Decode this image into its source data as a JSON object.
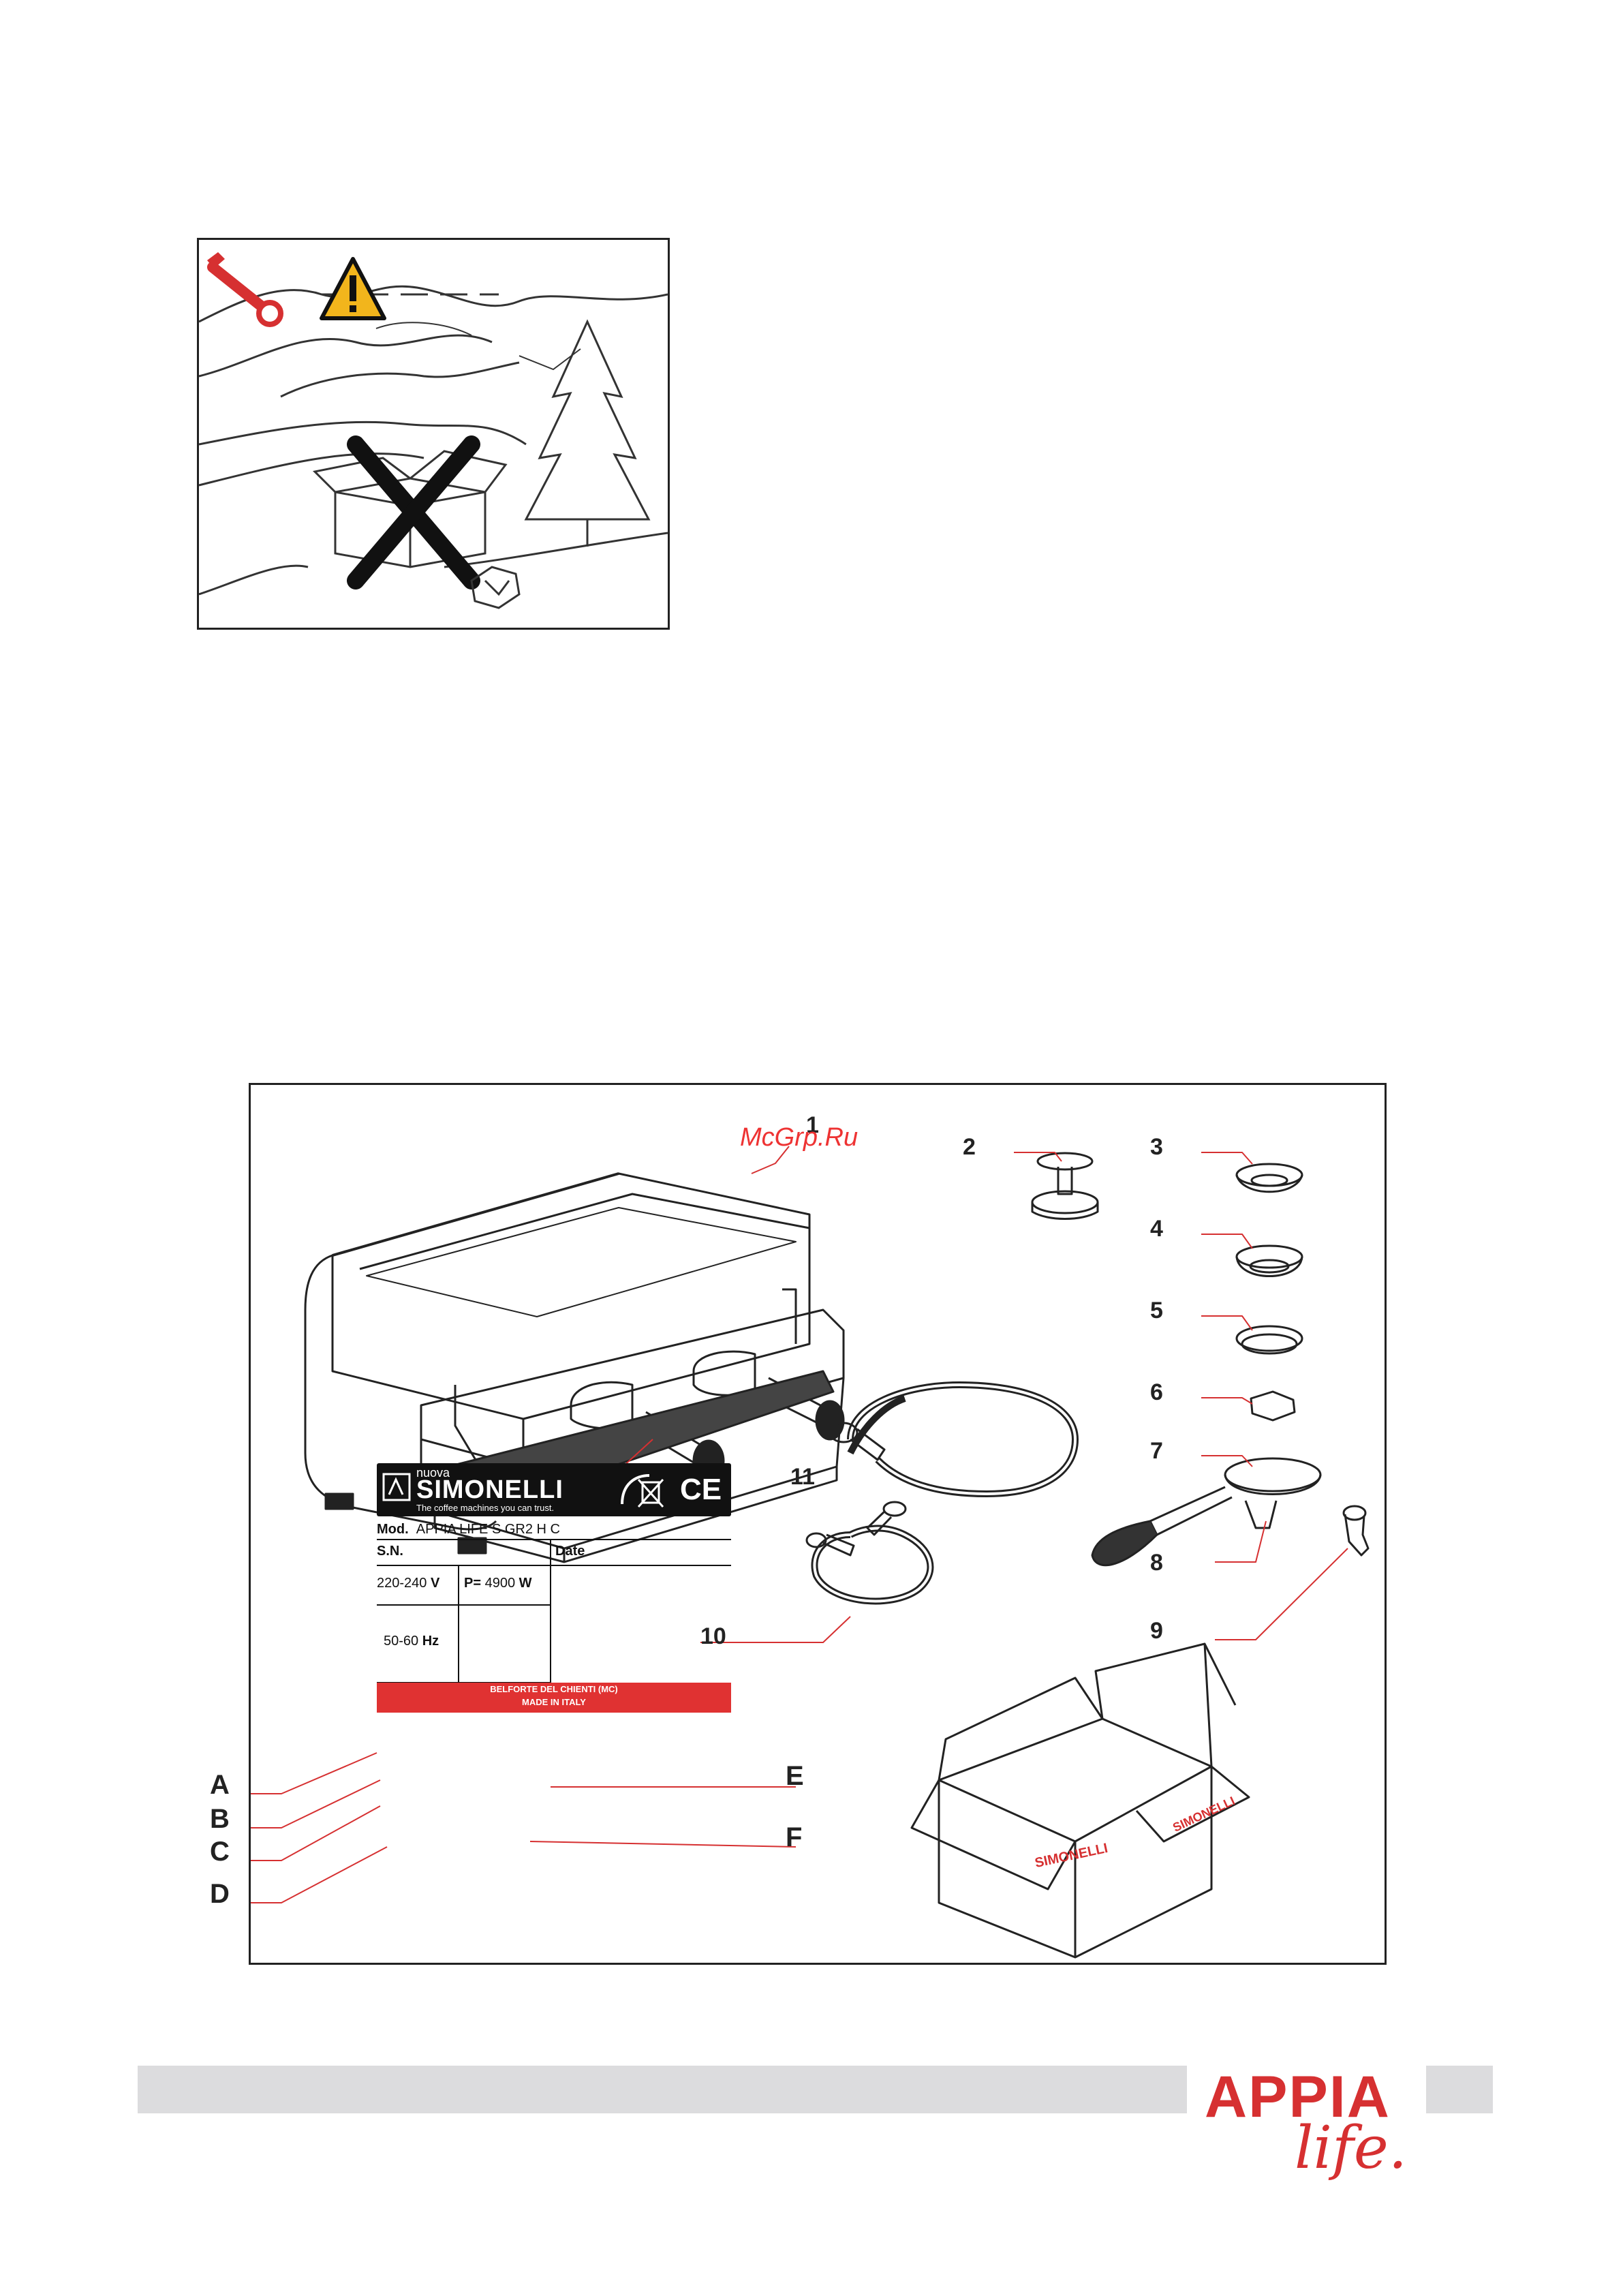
{
  "watermark": "McGrp.Ru",
  "callouts": [
    "1",
    "2",
    "3",
    "4",
    "5",
    "6",
    "7",
    "8",
    "9",
    "10",
    "11"
  ],
  "plate_letters": [
    "A",
    "B",
    "C",
    "D",
    "E",
    "F"
  ],
  "rating_plate": {
    "brand_small": "nuova",
    "brand": "SIMONELLI",
    "slogan": "The coffee machines you can trust.",
    "ce_mark": "CE",
    "mod_label": "Mod.",
    "mod_value": "APPIA LIFE S GR2 H C",
    "sn_label": "S.N.",
    "date_label": "Date",
    "voltage_value": "220-240",
    "voltage_unit": "V",
    "power_label": "P=",
    "power_value": "4900",
    "power_unit": "W",
    "frequency_value": "50-60",
    "frequency_unit": "Hz",
    "footer_line1": "BELFORTE DEL CHIENTI (MC)",
    "footer_line2": "MADE IN ITALY"
  },
  "box_brand": "SIMONELLI",
  "footer": {
    "brand": "APPIA",
    "brand_script": "life."
  },
  "colors": {
    "brand_red": "#d63031",
    "bar_grey": "#dcdcde",
    "warning_yellow": "#f2b51c"
  }
}
